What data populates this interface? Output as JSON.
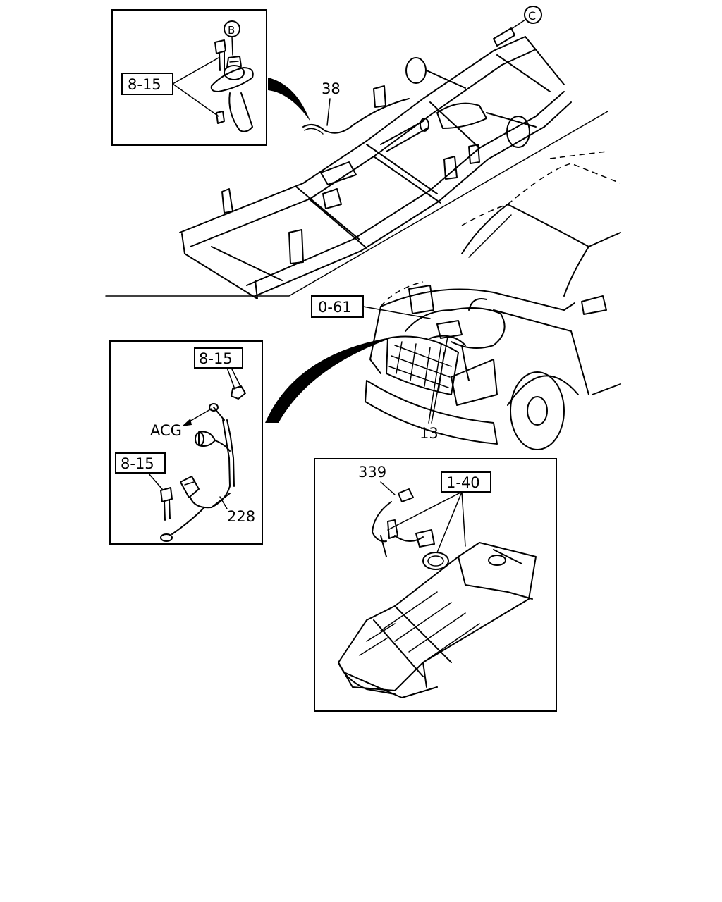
{
  "callouts": {
    "ref_8_15_top": "8-15",
    "ref_8_15_mid": "8-15",
    "ref_8_15_low": "8-15",
    "ref_0_61": "0-61",
    "ref_1_40": "1-40",
    "part_38": "38",
    "part_13": "13",
    "part_228": "228",
    "part_339": "339",
    "acg": "ACG",
    "marker_b": "B",
    "marker_c": "C"
  }
}
